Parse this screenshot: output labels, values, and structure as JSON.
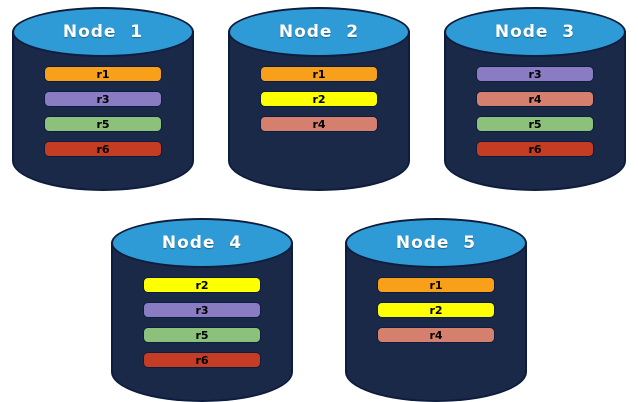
{
  "diagram": {
    "description": "Five database node cylinders showing replica placement",
    "colors": {
      "cylinder_body": "#1b2949",
      "cylinder_stroke": "#0e1d3d",
      "cylinder_lid": "#2e9bd6",
      "title_text": "#ffffff",
      "bar_text": "#000000"
    },
    "replica_palette": {
      "r1": "#f9a01b",
      "r2": "#feff00",
      "r3": "#8a7cc3",
      "r4": "#d5806e",
      "r5": "#8cc17c",
      "r6": "#c43c23"
    },
    "nodes": [
      {
        "title": "Node  1",
        "row": 1,
        "replicas": [
          "r1",
          "r3",
          "r5",
          "r6"
        ]
      },
      {
        "title": "Node  2",
        "row": 1,
        "replicas": [
          "r1",
          "r2",
          "r4"
        ]
      },
      {
        "title": "Node  3",
        "row": 1,
        "replicas": [
          "r3",
          "r4",
          "r5",
          "r6"
        ]
      },
      {
        "title": "Node  4",
        "row": 2,
        "replicas": [
          "r2",
          "r3",
          "r5",
          "r6"
        ]
      },
      {
        "title": "Node  5",
        "row": 2,
        "replicas": [
          "r1",
          "r2",
          "r4"
        ]
      }
    ]
  }
}
